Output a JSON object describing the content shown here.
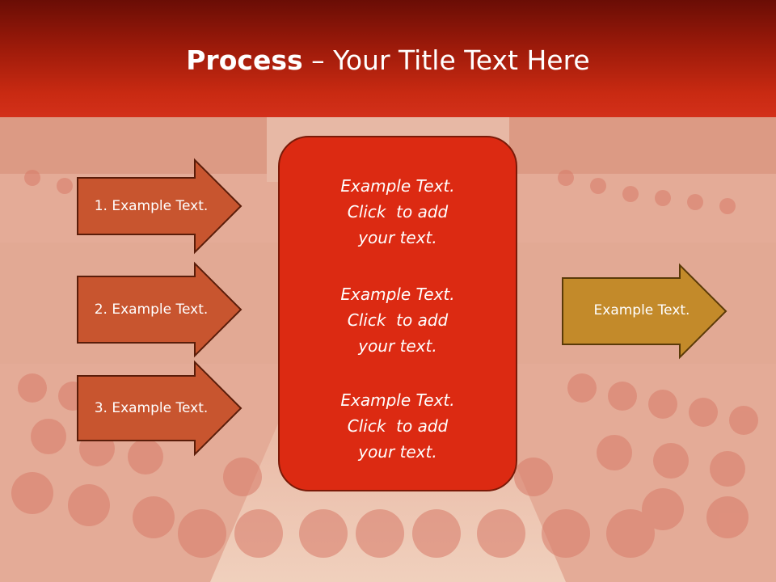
{
  "title": {
    "bold": "Process",
    "rest": " – Your Title Text Here"
  },
  "left_steps": [
    {
      "label": "1. Example Text."
    },
    {
      "label": "2. Example Text."
    },
    {
      "label": "3. Example Text."
    }
  ],
  "center_blocks": [
    {
      "lines": [
        "Example Text.",
        "Click  to add",
        "your text."
      ]
    },
    {
      "lines": [
        "Example Text.",
        "Click  to add",
        "your text."
      ]
    },
    {
      "lines": [
        "Example Text.",
        "Click  to add",
        "your text."
      ]
    }
  ],
  "right_step": {
    "label": "Example Text."
  },
  "colors": {
    "banner": "#c92a12",
    "left_arrow_fill": "#c8552f",
    "left_arrow_stroke": "#5a1d0a",
    "center_box_fill": "#dc2a12",
    "right_arrow_fill": "#c38a2a",
    "right_arrow_stroke": "#5a3a08"
  }
}
